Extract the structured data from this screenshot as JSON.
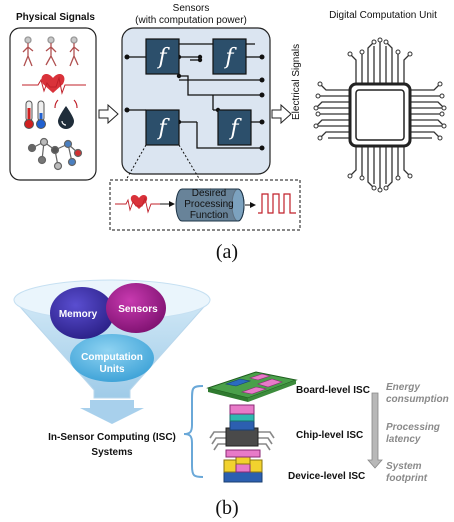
{
  "part_a": {
    "physical_signals_title": "Physical Signals",
    "sensors_title_line1": "Sensors",
    "sensors_title_line2": "(with computation power)",
    "electrical_signals_label": "Electrical Signals",
    "digital_unit_title": "Digital Computation Unit",
    "function_symbol": "f",
    "processing_line1": "Desired",
    "processing_line2": "Processing",
    "processing_line3": "Function",
    "caption": "(a)"
  },
  "part_b": {
    "memory_label": "Memory",
    "sensors_label": "Sensors",
    "computation_line1": "Computation",
    "computation_line2": "Units",
    "isc_line1": "In-Sensor Computing (ISC)",
    "isc_line2": "Systems",
    "levels": [
      "Board-level ISC",
      "Chip-level ISC",
      "Device-level ISC"
    ],
    "metrics": [
      {
        "line1": "Energy",
        "line2": "consumption"
      },
      {
        "line1": "Processing",
        "line2": "latency"
      },
      {
        "line1": "System",
        "line2": "footprint"
      }
    ],
    "caption": "(b)"
  },
  "colors": {
    "sensor_panel": "#dbe5f1",
    "function_block": "#2c4f6b",
    "memory": "#3b2fa3",
    "sensors": "#a3208f",
    "computation": "#4fb3e0"
  }
}
